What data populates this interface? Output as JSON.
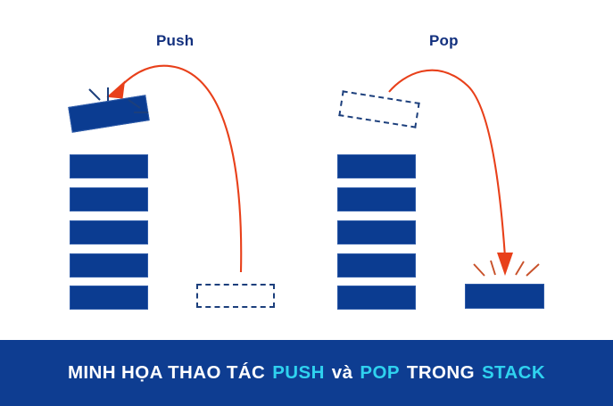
{
  "figure": {
    "background_color": "#ffffff",
    "block_color": "#0b3c91",
    "accent_arrow_color": "#e8401a",
    "dashed_outline_color": "#1c3f7c",
    "spark_color_push": "#1c3f7c",
    "spark_color_pop": "#c8512a"
  },
  "panels": [
    {
      "id": "push",
      "title": "Push",
      "title_color": "#12307e",
      "stack_blocks": 5,
      "incoming_block_state": "solid-tilted",
      "source_slot_state": "dashed-empty",
      "arrow_direction": "from-source-slot-to-stack-top",
      "impact_marks": 4
    },
    {
      "id": "pop",
      "title": "Pop",
      "title_color": "#12307e",
      "stack_blocks": 5,
      "outgoing_block_state": "dashed-tilted",
      "destination_slot_state": "solid-filled",
      "arrow_direction": "from-stack-top-to-destination",
      "impact_marks": 4
    }
  ],
  "banner": {
    "background_color": "#0e3d91",
    "segments": [
      {
        "text": "MINH HỌA THAO TÁC",
        "highlight": false
      },
      {
        "text": "PUSH",
        "highlight": true
      },
      {
        "text": "và",
        "highlight": false
      },
      {
        "text": "POP",
        "highlight": true
      },
      {
        "text": "TRONG",
        "highlight": false
      },
      {
        "text": "STACK",
        "highlight": true
      }
    ],
    "full_text": "MINH HỌA THAO TÁC PUSH và POP TRONG STACK",
    "highlight_color": "#2fd2ef",
    "text_color": "#ffffff"
  }
}
